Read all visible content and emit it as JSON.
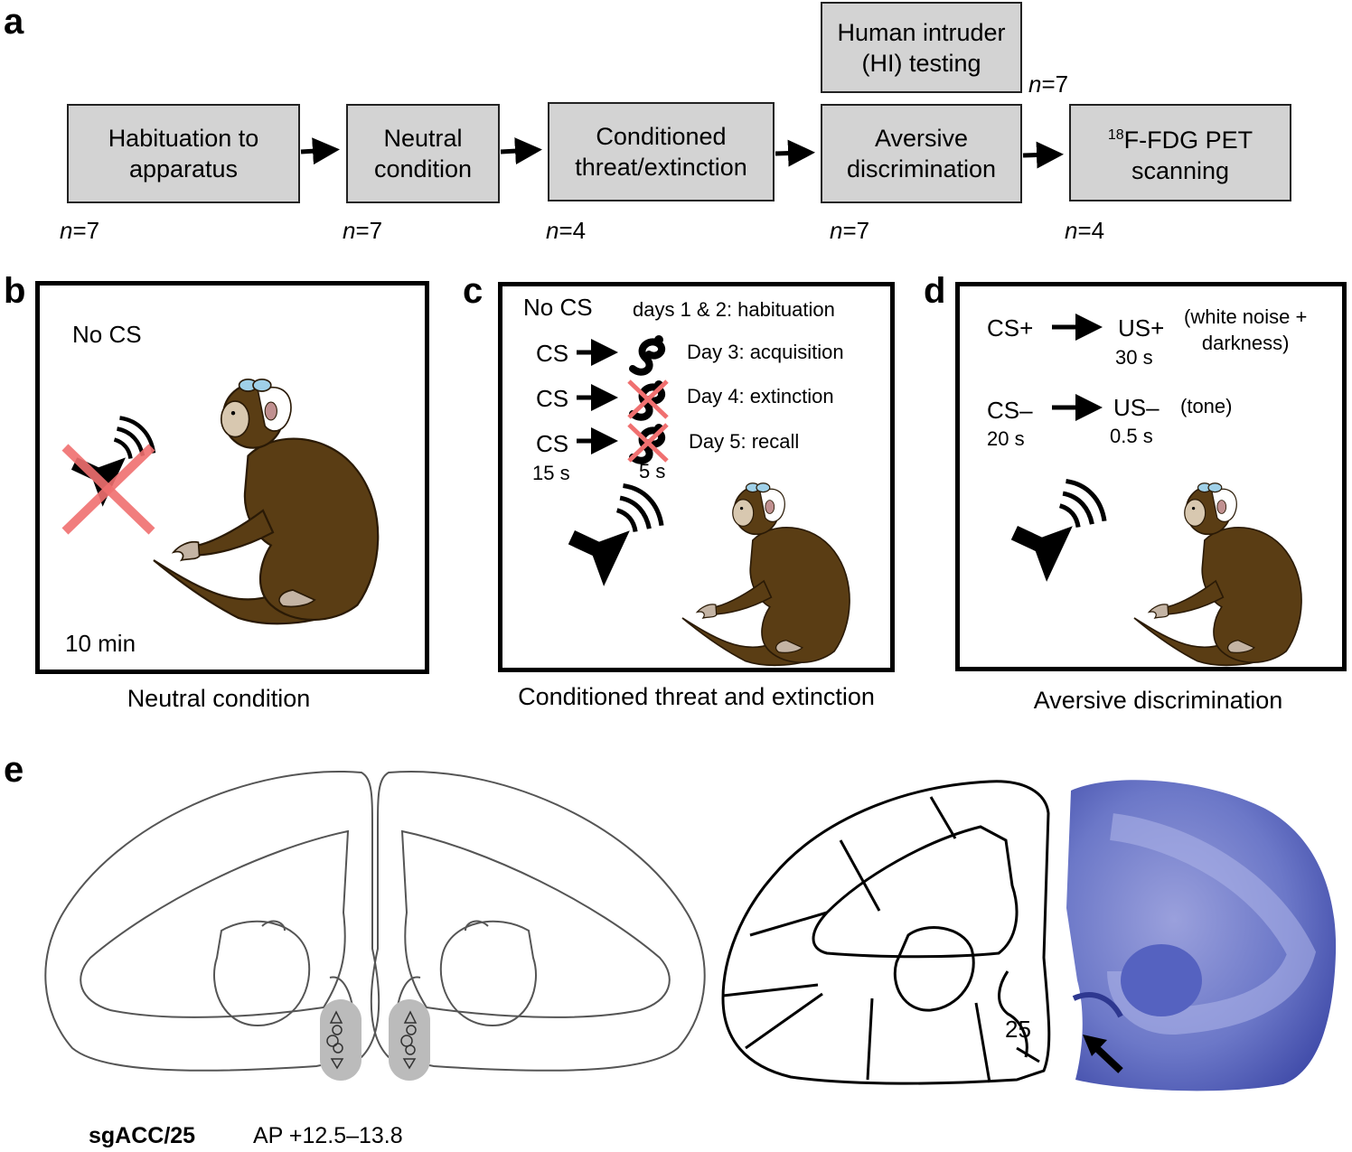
{
  "panel_letters": {
    "a": "a",
    "b": "b",
    "c": "c",
    "d": "d",
    "e": "e"
  },
  "flow": {
    "boxes": [
      {
        "text": "Habituation to\napparatus",
        "n": "7"
      },
      {
        "text": "Neutral\ncondition",
        "n": "7"
      },
      {
        "text": "Conditioned\nthreat/extinction",
        "n": "4"
      },
      {
        "text": "Aversive\ndiscrimination",
        "n": "7"
      },
      {
        "sup": "18",
        "text": "F-FDG PET\nscanning",
        "n": "4"
      }
    ],
    "hi_box": {
      "text": "Human intruder\n(HI) testing",
      "n": "7"
    },
    "n_prefix": "n",
    "n_eq": "="
  },
  "panel_b": {
    "no_cs": "No CS",
    "duration": "10 min",
    "caption": "Neutral condition"
  },
  "panel_c": {
    "no_cs": "No CS",
    "rows": [
      {
        "label": "days 1 & 2: habituation"
      },
      {
        "cs": "CS",
        "label": "Day 3: acquisition"
      },
      {
        "cs": "CS",
        "label": "Day 4: extinction"
      },
      {
        "cs": "CS",
        "label": "Day 5: recall"
      }
    ],
    "cs_duration": "15 s",
    "us_duration": "5 s",
    "caption": "Conditioned threat and extinction"
  },
  "panel_d": {
    "cs_plus": "CS+",
    "us_plus": "US+",
    "us_plus_desc": "(white noise +\ndarkness)",
    "us_plus_dur": "30 s",
    "cs_minus": "CS–",
    "cs_minus_dur": "20 s",
    "us_minus": "US–",
    "us_minus_desc": "(tone)",
    "us_minus_dur": "0.5 s",
    "caption": "Aversive discrimination"
  },
  "panel_e": {
    "area_label": "25",
    "region": "sgACC/25",
    "ap": "AP +12.5–13.8"
  },
  "colors": {
    "box_fill": "#d3d3d3",
    "cross": "#f07070",
    "fur": "#5a3d14",
    "nissl": "#6c78c8"
  }
}
